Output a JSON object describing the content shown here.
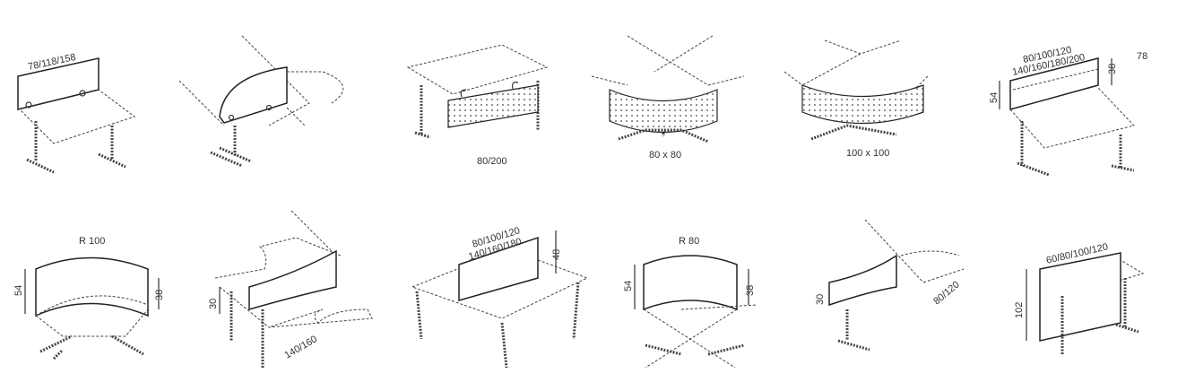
{
  "items": [
    {
      "name": "screen-desk-78",
      "labels": [
        "78/118/158"
      ]
    },
    {
      "name": "screen-curved-corner",
      "labels": []
    },
    {
      "name": "modesty-panel-perforated",
      "labels": [
        "80/200"
      ]
    },
    {
      "name": "corner-panel-80",
      "labels": [
        "80 x 80"
      ]
    },
    {
      "name": "corner-panel-100",
      "labels": [
        "100 x 100"
      ]
    },
    {
      "name": "screen-desk-widths",
      "labels": [
        "80/100/120",
        "140/160/180/200",
        "38",
        "78",
        "54"
      ]
    },
    {
      "name": "curved-screen-r100",
      "labels": [
        "R 100",
        "54",
        "38"
      ]
    },
    {
      "name": "wave-screen-140",
      "labels": [
        "30",
        "140/160"
      ]
    },
    {
      "name": "bench-screen",
      "labels": [
        "80/100/120",
        "140/160/180",
        "48"
      ]
    },
    {
      "name": "curved-screen-r80",
      "labels": [
        "R 80",
        "54",
        "38"
      ]
    },
    {
      "name": "wave-screen-80",
      "labels": [
        "30",
        "80/120"
      ]
    },
    {
      "name": "front-panel-102",
      "labels": [
        "60/80/100/120",
        "102"
      ]
    }
  ]
}
